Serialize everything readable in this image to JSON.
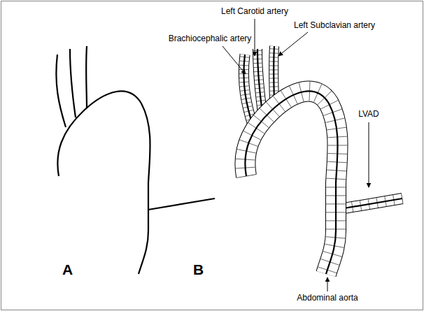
{
  "diagram": {
    "labels": [
      "Left Carotid artery",
      "Left Subclavian artery",
      "Brachiocephalic artery",
      "LVAD",
      "A",
      "B",
      "Abdominal aorta"
    ]
  }
}
